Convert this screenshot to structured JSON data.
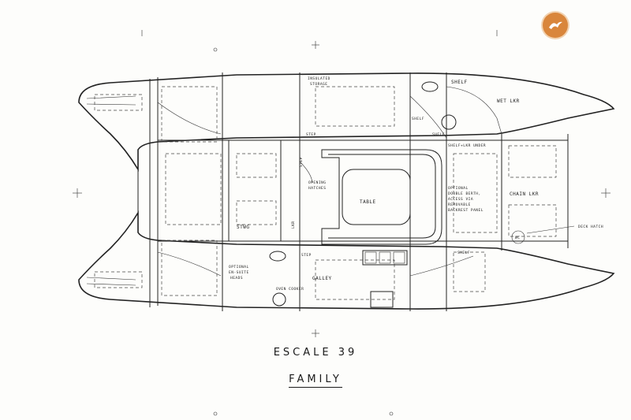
{
  "title": "ESCALE 39",
  "subtitle": "FAMILY",
  "logo_icon": "seagull-logo-icon",
  "accent_color": "#d9863c",
  "labels": {
    "insulated_storage_1": "INSULATED",
    "insulated_storage_2": "STORAGE",
    "shelf_top": "SHELF",
    "wet_lkr": "WET LKR",
    "shelf_mid": "SHELF",
    "shelf_mid2": "SHELF",
    "step_upper": "STEP",
    "step_vertical": "STEP",
    "shelf_lkr_under": "SHELF+LKR UNDER",
    "opening_hatches_1": "OPENING",
    "opening_hatches_2": "HATCHES",
    "optional_berth_1": "OPTIONAL",
    "optional_berth_2": "DOUBLE BERTH,",
    "optional_berth_3": "ACCESS VIA",
    "optional_berth_4": "REMOVABLE",
    "optional_berth_5": "BACKREST PANEL",
    "chain_lkr": "CHAIN LKR",
    "table": "TABLE",
    "stwg": "STWG",
    "lkr": "LKR",
    "deck_hatch": "DECK HATCH",
    "wc": "WC",
    "optional_ensuite_1": "OPTIONAL",
    "optional_ensuite_2": "EN-SUITE",
    "optional_ensuite_3": "HEADS",
    "step_lower": "STEP",
    "shelf_lower": "SHELF",
    "galley": "GALLEY",
    "oven_cooker": "OVEN COOKER"
  }
}
